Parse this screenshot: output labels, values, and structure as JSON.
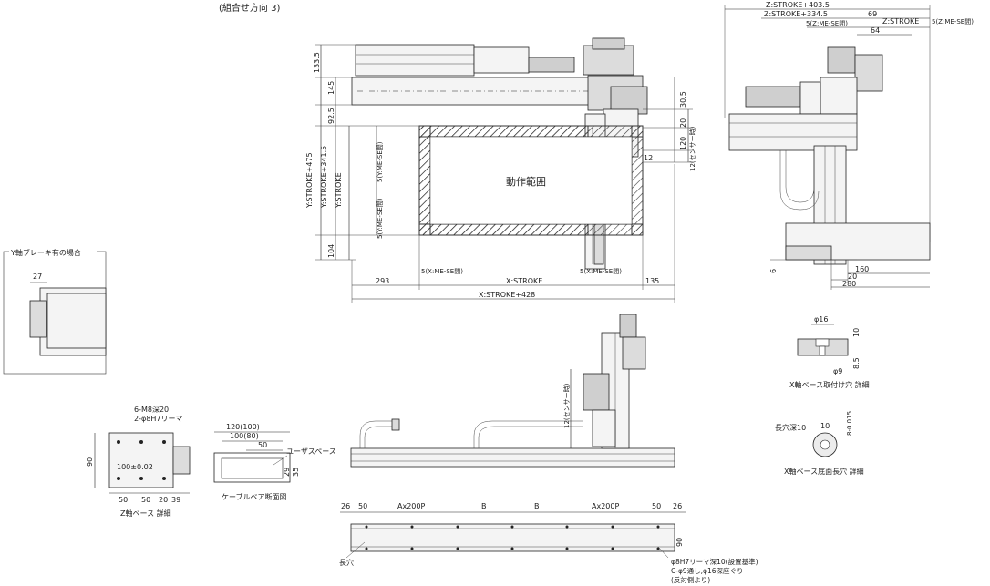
{
  "header": {
    "combination": "(組合せ方向 3)"
  },
  "main_view": {
    "left_dims": [
      "133.5",
      "145",
      "92.5",
      "104"
    ],
    "y_dims": [
      "Y:STROKE+475",
      "Y:STROKE+341.5",
      "Y:STROKE"
    ],
    "y_me": [
      "5(Y:ME-SE間)",
      "5(Y:ME-SE間)"
    ],
    "right_dims": [
      "30.5",
      "20",
      "120",
      "12",
      "12(センサー時)"
    ],
    "area_label": "動作範囲",
    "bottom_dims": [
      "293",
      "5(X:ME-SE間)",
      "X:STROKE",
      "5(X:ME-SE間)",
      "135"
    ],
    "total_x": "X:STROKE+428"
  },
  "side_view": {
    "top_dims": [
      "Z:STROKE+403.5",
      "Z:STROKE+334.5",
      "69",
      "5(Z:ME-SE間)",
      "64",
      "Z:STROKE",
      "5(Z:ME-SE間)"
    ],
    "bottom_dims": [
      "6",
      "160",
      "20",
      "280"
    ]
  },
  "brake_detail": {
    "title": "Y軸ブレーキ有の場合",
    "dim": "27"
  },
  "x_mount": {
    "caption": "X軸ベース取付け穴 詳細",
    "d1": "φ16",
    "d2": "φ9",
    "h1": "10",
    "h2": "8.5"
  },
  "x_slot": {
    "caption": "X軸ベース底面長穴 詳細",
    "label": "長穴深10",
    "w": "10",
    "h": "8-0.015"
  },
  "z_base": {
    "caption": "Z軸ベース 詳細",
    "holes": [
      "6-M8深20",
      "2-φ8H7リーマ"
    ],
    "center": "100±0.02",
    "height": "90",
    "bottom": [
      "50",
      "50",
      "20",
      "39"
    ]
  },
  "cable": {
    "caption": "ケーブルベア断面図",
    "widths": [
      "120(100)",
      "100(80)",
      "50"
    ],
    "space": "ユーザスペース",
    "heights": [
      "29",
      "35"
    ]
  },
  "front_view": {
    "sensor": "12(センサー時)"
  },
  "bottom_view": {
    "dims": [
      "26",
      "50",
      "Ax200P",
      "B",
      "B",
      "Ax200P",
      "50",
      "26"
    ],
    "height": "90",
    "slot": "長穴",
    "notes": [
      "φ8H7リーマ深10(設置基準)",
      "C-φ9通し,φ16深座ぐり",
      "(反対側より)"
    ]
  }
}
